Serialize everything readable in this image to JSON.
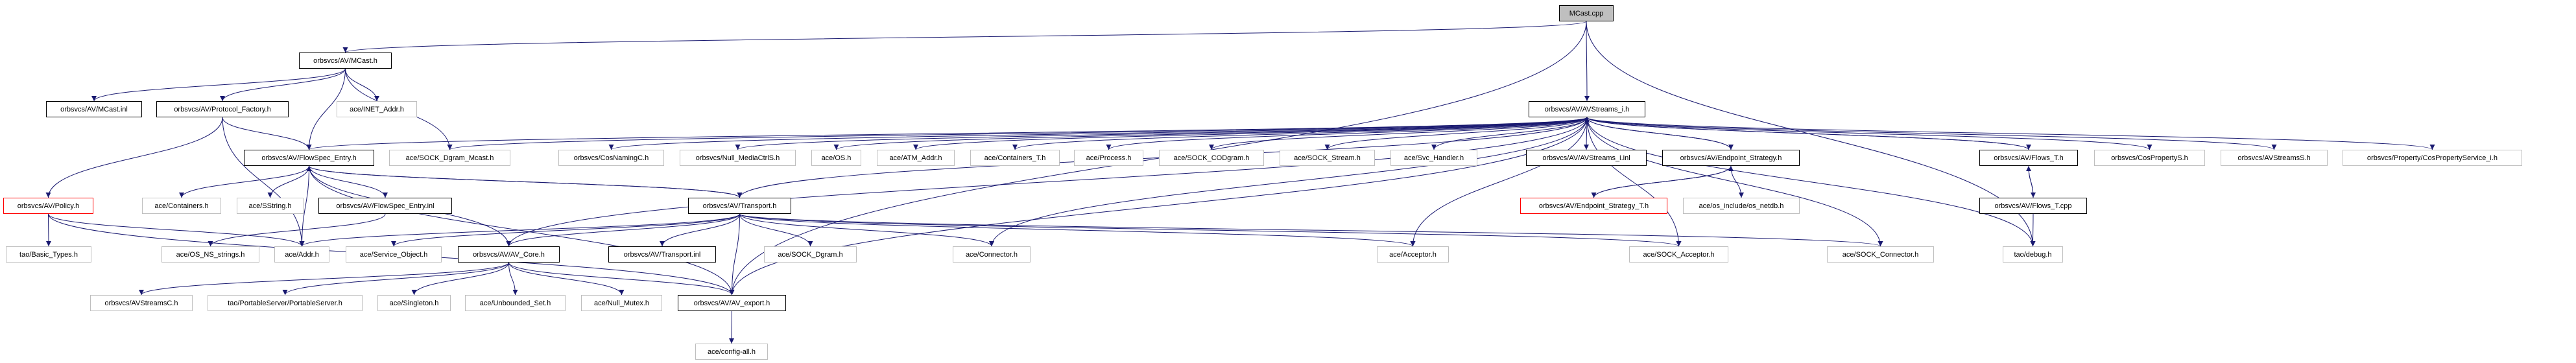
{
  "title": "MCast.cpp include dependency graph",
  "colors": {
    "edge": "#191970",
    "normal_border": "#000000",
    "missing_border": "#bfbfbf",
    "truncated_border": "#ff0000",
    "root_fill": "#bfbfbf"
  },
  "nodes": [
    {
      "id": "mcast_cpp",
      "label": "MCast.cpp",
      "style": "root"
    },
    {
      "id": "mcast_h",
      "label": "orbsvcs/AV/MCast.h",
      "style": "normal"
    },
    {
      "id": "avstreams_i_h",
      "label": "orbsvcs/AV/AVStreams_i.h",
      "style": "normal"
    },
    {
      "id": "mcast_inl",
      "label": "orbsvcs/AV/MCast.inl",
      "style": "normal"
    },
    {
      "id": "protocol_factory",
      "label": "orbsvcs/AV/Protocol_Factory.h",
      "style": "normal"
    },
    {
      "id": "inet_addr",
      "label": "ace/INET_Addr.h",
      "style": "grey"
    },
    {
      "id": "avstreams_i_inl",
      "label": "orbsvcs/AV/AVStreams_i.inl",
      "style": "normal"
    },
    {
      "id": "flowspec_entry_h",
      "label": "orbsvcs/AV/FlowSpec_Entry.h",
      "style": "normal"
    },
    {
      "id": "sock_dgram_mcast",
      "label": "ace/SOCK_Dgram_Mcast.h",
      "style": "grey"
    },
    {
      "id": "cosnamingc",
      "label": "orbsvcs/CosNamingC.h",
      "style": "grey"
    },
    {
      "id": "null_mediactrls",
      "label": "orbsvcs/Null_MediaCtrlS.h",
      "style": "grey"
    },
    {
      "id": "ace_os",
      "label": "ace/OS.h",
      "style": "grey"
    },
    {
      "id": "atm_addr",
      "label": "ace/ATM_Addr.h",
      "style": "grey"
    },
    {
      "id": "containers_t",
      "label": "ace/Containers_T.h",
      "style": "grey"
    },
    {
      "id": "process",
      "label": "ace/Process.h",
      "style": "grey"
    },
    {
      "id": "sock_codgram",
      "label": "ace/SOCK_CODgram.h",
      "style": "grey"
    },
    {
      "id": "sock_stream",
      "label": "ace/SOCK_Stream.h",
      "style": "grey"
    },
    {
      "id": "svc_handler",
      "label": "ace/Svc_Handler.h",
      "style": "grey"
    },
    {
      "id": "endpoint_strategy",
      "label": "orbsvcs/AV/Endpoint_Strategy.h",
      "style": "normal"
    },
    {
      "id": "flows_t_h",
      "label": "orbsvcs/AV/Flows_T.h",
      "style": "normal"
    },
    {
      "id": "cospropertys",
      "label": "orbsvcs/CosPropertyS.h",
      "style": "grey"
    },
    {
      "id": "avstreamss",
      "label": "orbsvcs/AVStreamsS.h",
      "style": "grey"
    },
    {
      "id": "cospropertyservice_i",
      "label": "orbsvcs/Property/CosPropertyService_i.h",
      "style": "grey"
    },
    {
      "id": "policy",
      "label": "orbsvcs/AV/Policy.h",
      "style": "red"
    },
    {
      "id": "containers",
      "label": "ace/Containers.h",
      "style": "grey"
    },
    {
      "id": "sstring",
      "label": "ace/SString.h",
      "style": "grey"
    },
    {
      "id": "flowspec_entry_inl",
      "label": "orbsvcs/AV/FlowSpec_Entry.inl",
      "style": "normal"
    },
    {
      "id": "transport_h",
      "label": "orbsvcs/AV/Transport.h",
      "style": "normal"
    },
    {
      "id": "endpoint_strategy_t",
      "label": "orbsvcs/AV/Endpoint_Strategy_T.h",
      "style": "red"
    },
    {
      "id": "os_netdb",
      "label": "ace/os_include/os_netdb.h",
      "style": "grey"
    },
    {
      "id": "flows_t_cpp",
      "label": "orbsvcs/AV/Flows_T.cpp",
      "style": "normal"
    },
    {
      "id": "basic_types",
      "label": "tao/Basic_Types.h",
      "style": "grey"
    },
    {
      "id": "os_ns_strings",
      "label": "ace/OS_NS_strings.h",
      "style": "grey"
    },
    {
      "id": "addr",
      "label": "ace/Addr.h",
      "style": "grey"
    },
    {
      "id": "service_object",
      "label": "ace/Service_Object.h",
      "style": "grey"
    },
    {
      "id": "av_core",
      "label": "orbsvcs/AV/AV_Core.h",
      "style": "normal"
    },
    {
      "id": "transport_inl",
      "label": "orbsvcs/AV/Transport.inl",
      "style": "normal"
    },
    {
      "id": "sock_dgram",
      "label": "ace/SOCK_Dgram.h",
      "style": "grey"
    },
    {
      "id": "connector",
      "label": "ace/Connector.h",
      "style": "grey"
    },
    {
      "id": "acceptor",
      "label": "ace/Acceptor.h",
      "style": "grey"
    },
    {
      "id": "sock_acceptor",
      "label": "ace/SOCK_Acceptor.h",
      "style": "grey"
    },
    {
      "id": "sock_connector",
      "label": "ace/SOCK_Connector.h",
      "style": "grey"
    },
    {
      "id": "debug",
      "label": "tao/debug.h",
      "style": "grey"
    },
    {
      "id": "avstreamsc",
      "label": "orbsvcs/AVStreamsC.h",
      "style": "grey"
    },
    {
      "id": "portableserver",
      "label": "tao/PortableServer/PortableServer.h",
      "style": "grey"
    },
    {
      "id": "singleton",
      "label": "ace/Singleton.h",
      "style": "grey"
    },
    {
      "id": "unbounded_set",
      "label": "ace/Unbounded_Set.h",
      "style": "grey"
    },
    {
      "id": "null_mutex",
      "label": "ace/Null_Mutex.h",
      "style": "grey"
    },
    {
      "id": "av_export",
      "label": "orbsvcs/AV/AV_export.h",
      "style": "normal"
    },
    {
      "id": "config_all",
      "label": "ace/config-all.h",
      "style": "grey"
    }
  ],
  "edges": [
    [
      "mcast_cpp",
      "mcast_h"
    ],
    [
      "mcast_cpp",
      "avstreams_i_h"
    ],
    [
      "mcast_cpp",
      "av_export"
    ],
    [
      "mcast_cpp",
      "debug"
    ],
    [
      "mcast_h",
      "mcast_inl"
    ],
    [
      "mcast_h",
      "protocol_factory"
    ],
    [
      "mcast_h",
      "flowspec_entry_h"
    ],
    [
      "mcast_h",
      "inet_addr"
    ],
    [
      "mcast_h",
      "sock_dgram_mcast"
    ],
    [
      "protocol_factory",
      "policy"
    ],
    [
      "protocol_factory",
      "flowspec_entry_h"
    ],
    [
      "protocol_factory",
      "addr"
    ],
    [
      "policy",
      "basic_types"
    ],
    [
      "policy",
      "addr"
    ],
    [
      "policy",
      "av_export"
    ],
    [
      "flowspec_entry_h",
      "containers"
    ],
    [
      "flowspec_entry_h",
      "sstring"
    ],
    [
      "flowspec_entry_h",
      "flowspec_entry_inl"
    ],
    [
      "flowspec_entry_h",
      "transport_h"
    ],
    [
      "flowspec_entry_h",
      "av_core"
    ],
    [
      "flowspec_entry_h",
      "addr"
    ],
    [
      "flowspec_entry_h",
      "av_export"
    ],
    [
      "flowspec_entry_inl",
      "os_ns_strings"
    ],
    [
      "avstreams_i_h",
      "flowspec_entry_h"
    ],
    [
      "avstreams_i_h",
      "sock_dgram_mcast"
    ],
    [
      "avstreams_i_h",
      "cosnamingc"
    ],
    [
      "avstreams_i_h",
      "null_mediactrls"
    ],
    [
      "avstreams_i_h",
      "ace_os"
    ],
    [
      "avstreams_i_h",
      "atm_addr"
    ],
    [
      "avstreams_i_h",
      "containers_t"
    ],
    [
      "avstreams_i_h",
      "process"
    ],
    [
      "avstreams_i_h",
      "sock_codgram"
    ],
    [
      "avstreams_i_h",
      "sock_stream"
    ],
    [
      "avstreams_i_h",
      "svc_handler"
    ],
    [
      "avstreams_i_h",
      "avstreams_i_inl"
    ],
    [
      "avstreams_i_h",
      "endpoint_strategy"
    ],
    [
      "avstreams_i_h",
      "flows_t_h"
    ],
    [
      "avstreams_i_h",
      "cospropertys"
    ],
    [
      "avstreams_i_h",
      "avstreamss"
    ],
    [
      "avstreams_i_h",
      "cospropertyservice_i"
    ],
    [
      "avstreams_i_h",
      "transport_h"
    ],
    [
      "avstreams_i_h",
      "av_core"
    ],
    [
      "avstreams_i_h",
      "acceptor"
    ],
    [
      "avstreams_i_h",
      "sock_acceptor"
    ],
    [
      "avstreams_i_h",
      "sock_connector"
    ],
    [
      "avstreams_i_h",
      "connector"
    ],
    [
      "avstreams_i_h",
      "debug"
    ],
    [
      "avstreams_i_h",
      "av_export"
    ],
    [
      "endpoint_strategy",
      "avstreams_i_h"
    ],
    [
      "endpoint_strategy",
      "endpoint_strategy_t"
    ],
    [
      "endpoint_strategy",
      "os_netdb"
    ],
    [
      "endpoint_strategy_t",
      "endpoint_strategy"
    ],
    [
      "flows_t_h",
      "avstreams_i_h"
    ],
    [
      "flows_t_h",
      "flows_t_cpp"
    ],
    [
      "flows_t_cpp",
      "flows_t_h"
    ],
    [
      "flows_t_cpp",
      "debug"
    ],
    [
      "transport_h",
      "flowspec_entry_h"
    ],
    [
      "transport_h",
      "service_object"
    ],
    [
      "transport_h",
      "addr"
    ],
    [
      "transport_h",
      "av_core"
    ],
    [
      "transport_h",
      "transport_inl"
    ],
    [
      "transport_h",
      "sock_dgram"
    ],
    [
      "transport_h",
      "connector"
    ],
    [
      "transport_h",
      "acceptor"
    ],
    [
      "transport_h",
      "sock_acceptor"
    ],
    [
      "transport_h",
      "sock_connector"
    ],
    [
      "transport_h",
      "av_export"
    ],
    [
      "av_core",
      "avstreamsc"
    ],
    [
      "av_core",
      "portableserver"
    ],
    [
      "av_core",
      "singleton"
    ],
    [
      "av_core",
      "unbounded_set"
    ],
    [
      "av_core",
      "null_mutex"
    ],
    [
      "av_core",
      "av_export"
    ],
    [
      "av_export",
      "config_all"
    ]
  ]
}
